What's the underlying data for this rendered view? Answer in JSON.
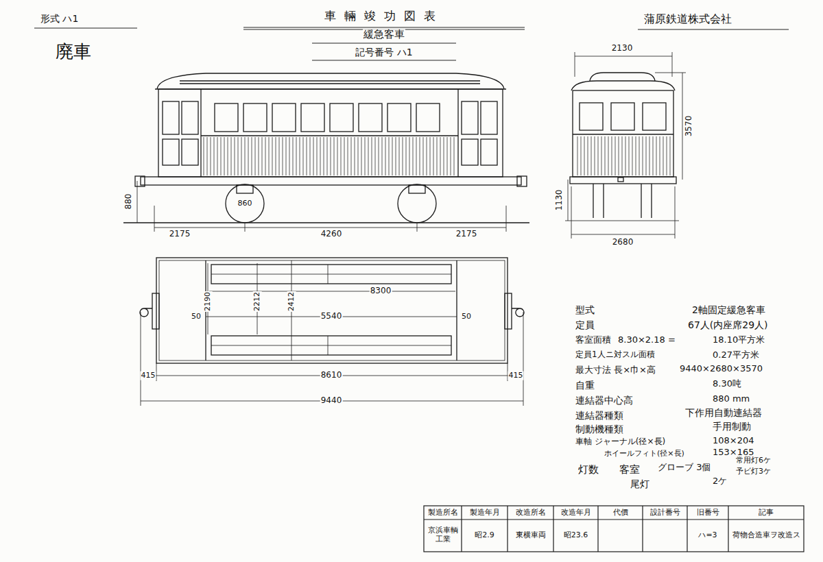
{
  "diagram": {
    "title": "車輛竣功図表",
    "labels": [
      "形式 ハ1",
      "廃車",
      "緩急客車",
      "記号番号 ハ1",
      "蒲原鉄道株式会社",
      "2130",
      "3570",
      "1130",
      "2680",
      "880",
      "860",
      "2175",
      "4260",
      "2175",
      "2190",
      "2212",
      "2412",
      "8300",
      "50",
      "5540",
      "50",
      "415",
      "8610",
      "415",
      "9440",
      "型式",
      "2軸固定緩急客車",
      "定員",
      "67人(内座席29人)",
      "客室面積",
      "8.30×2.18 =",
      "18.10平方米",
      "定員1人ニ対スル面積",
      "0.27平方米",
      "最大寸法 長×巾×高",
      "9440×2680×3570",
      "自重",
      "8.30吨",
      "連結器中心高",
      "880 mm",
      "連結器種類",
      "下作用自動連結器",
      "制動機種類",
      "手用制動",
      "車軸 ジャーナル(径×長)",
      "108×204",
      "ホイールフィト(径×長)",
      "153×165",
      "灯数",
      "客室",
      "グローブ 3個",
      "常用灯6ケ",
      "予ビ灯3ケ",
      "尾灯",
      "2ケ",
      "製造所名",
      "製造年月",
      "改造所名",
      "改造年月",
      "代價",
      "設計番号",
      "旧番号",
      "記事",
      "京浜車輌工業",
      "昭2.9",
      "東横車両",
      "昭23.6",
      "ハ=3",
      "荷物合造車ヲ改造ス"
    ]
  }
}
